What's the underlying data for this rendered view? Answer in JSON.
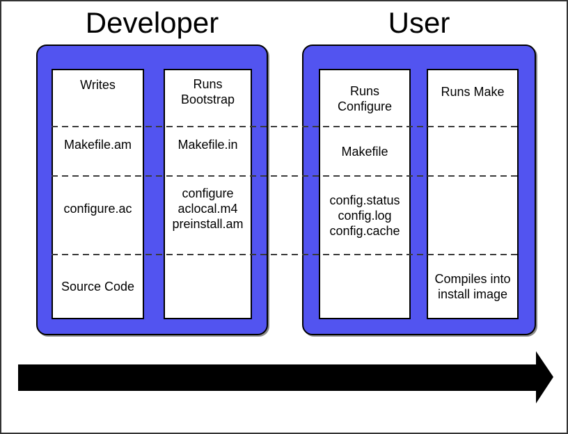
{
  "diagram": {
    "groups": [
      {
        "title": "Developer",
        "columns": [
          {
            "name": "writes",
            "cells": [
              "Writes",
              "Makefile.am",
              "configure.ac",
              "Source Code"
            ]
          },
          {
            "name": "runs-bootstrap",
            "cells": [
              "Runs\nBootstrap",
              "Makefile.in",
              "configure\naclocal.m4\npreinstall.am",
              ""
            ]
          }
        ]
      },
      {
        "title": "User",
        "columns": [
          {
            "name": "runs-configure",
            "cells": [
              "Runs\nConfigure",
              "Makefile",
              "config.status\nconfig.log\nconfig.cache",
              ""
            ]
          },
          {
            "name": "runs-make",
            "cells": [
              "Runs Make",
              "",
              "",
              "Compiles into\ninstall image"
            ]
          }
        ]
      }
    ],
    "colors": {
      "group_fill": "#5254f0",
      "group_border": "#000000",
      "column_fill": "#ffffff",
      "column_border": "#000000",
      "dashed_line": "#3a3a3a",
      "arrow_fill": "#000000",
      "page_background": "#ffffff",
      "page_border": "#333333"
    }
  }
}
